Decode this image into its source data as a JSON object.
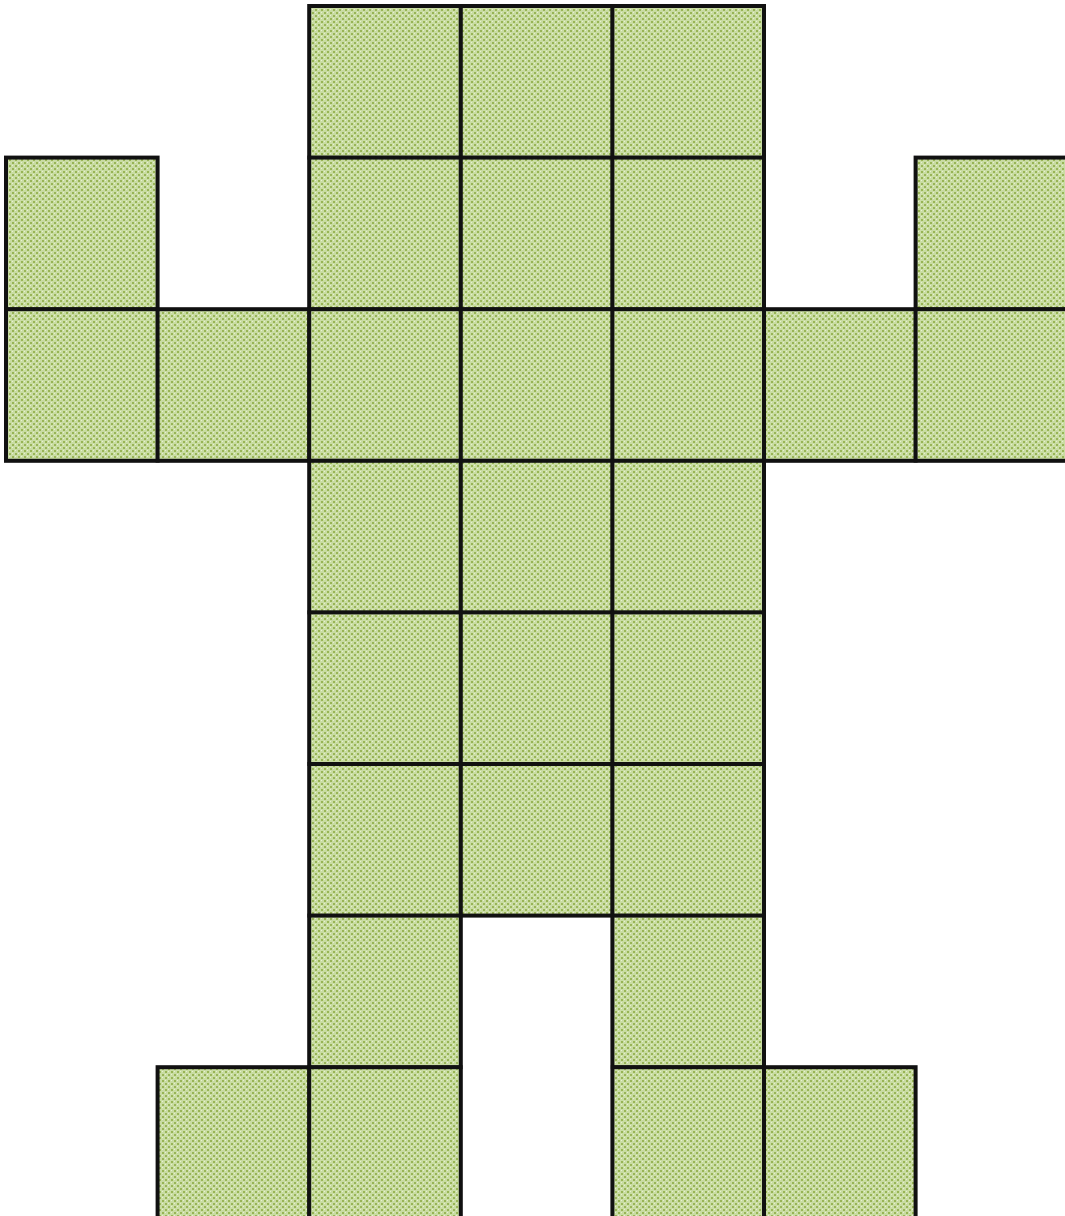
{
  "colors": {
    "fill_base": "#c9dca3",
    "fill_dot": "#98b456",
    "fill_dot_light": "#e8f0d2",
    "stroke": "#111111"
  },
  "grid": {
    "columns": 7,
    "rows": 8,
    "cells": [
      {
        "row": 0,
        "col": 2
      },
      {
        "row": 0,
        "col": 3
      },
      {
        "row": 0,
        "col": 4
      },
      {
        "row": 1,
        "col": 0
      },
      {
        "row": 1,
        "col": 2
      },
      {
        "row": 1,
        "col": 3
      },
      {
        "row": 1,
        "col": 4
      },
      {
        "row": 1,
        "col": 6
      },
      {
        "row": 2,
        "col": 0
      },
      {
        "row": 2,
        "col": 1
      },
      {
        "row": 2,
        "col": 2
      },
      {
        "row": 2,
        "col": 3
      },
      {
        "row": 2,
        "col": 4
      },
      {
        "row": 2,
        "col": 5
      },
      {
        "row": 2,
        "col": 6
      },
      {
        "row": 3,
        "col": 2
      },
      {
        "row": 3,
        "col": 3
      },
      {
        "row": 3,
        "col": 4
      },
      {
        "row": 4,
        "col": 2
      },
      {
        "row": 4,
        "col": 3
      },
      {
        "row": 4,
        "col": 4
      },
      {
        "row": 5,
        "col": 2
      },
      {
        "row": 5,
        "col": 3
      },
      {
        "row": 5,
        "col": 4
      },
      {
        "row": 6,
        "col": 2
      },
      {
        "row": 6,
        "col": 4
      },
      {
        "row": 7,
        "col": 1
      },
      {
        "row": 7,
        "col": 2
      },
      {
        "row": 7,
        "col": 4
      },
      {
        "row": 7,
        "col": 5
      }
    ]
  }
}
